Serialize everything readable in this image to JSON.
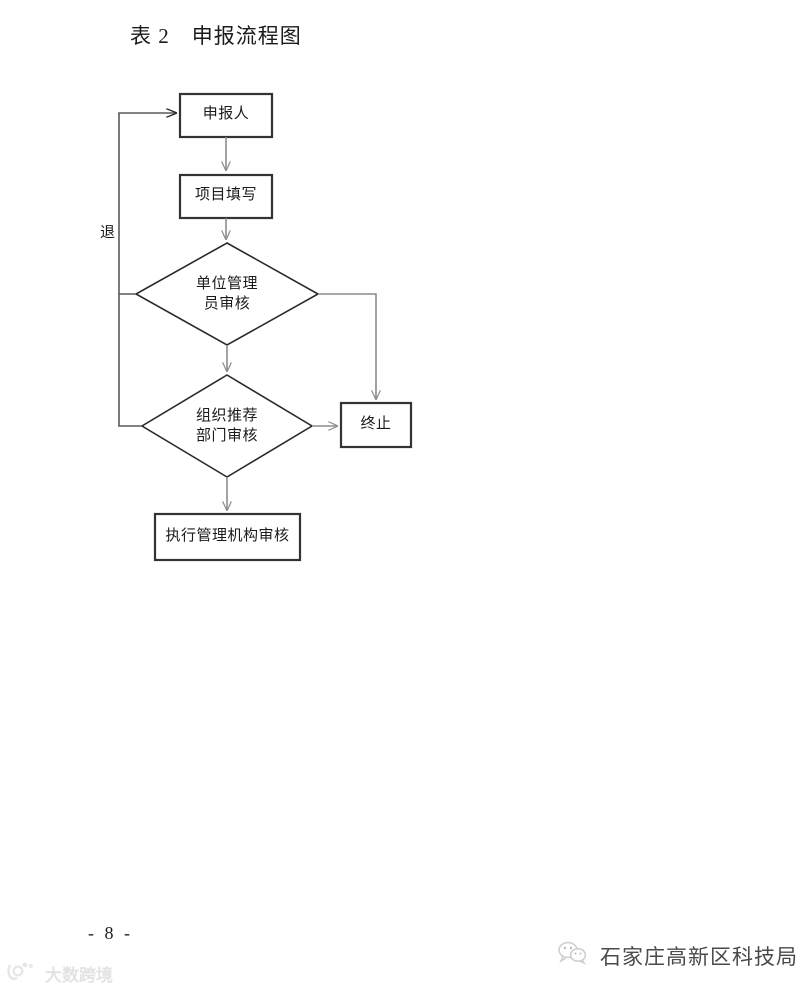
{
  "document": {
    "title": "表 2　申报流程图",
    "page_number": "- 8 -"
  },
  "flowchart": {
    "nodes": {
      "applicant": {
        "label": "申报人",
        "shape": "rect"
      },
      "project_fill": {
        "label": "项目填写",
        "shape": "rect"
      },
      "unit_review": {
        "label": "单位管理\n员审核",
        "shape": "diamond"
      },
      "org_review": {
        "label": "组织推荐\n部门审核",
        "shape": "diamond"
      },
      "terminate": {
        "label": "终止",
        "shape": "rect"
      },
      "exec_review": {
        "label": "执行管理机构审核",
        "shape": "rect"
      }
    },
    "edge_labels": {
      "return": "退"
    },
    "colors": {
      "node_border": "#333333",
      "connector": "#8c8c8c",
      "text": "#1b1b1b",
      "background": "#ffffff"
    }
  },
  "footer": {
    "watermark": {
      "text": "大数跨境",
      "icon": "dashujingjing-logo-icon"
    },
    "organization": {
      "text": "石家庄高新区科技局",
      "icon": "wechat-icon"
    }
  }
}
